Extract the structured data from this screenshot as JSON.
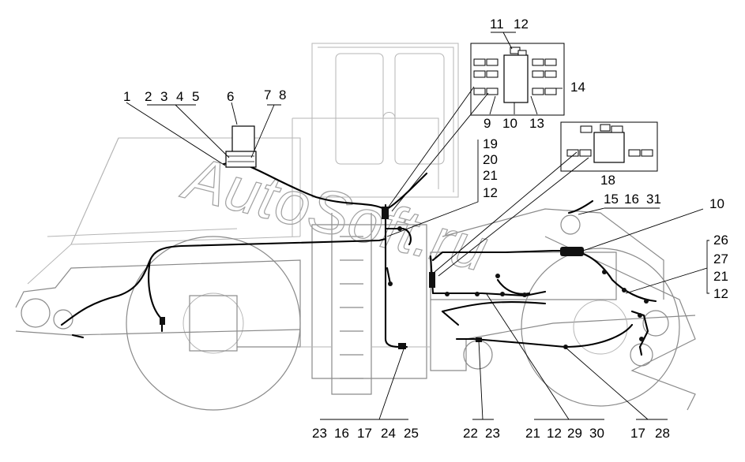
{
  "watermark": "AutoSoft.ru",
  "callouts": {
    "c1": "1",
    "c2": "2",
    "c3": "3",
    "c4": "4",
    "c5": "5",
    "c6": "6",
    "c7": "7",
    "c8": "8",
    "c11": "11",
    "c12a": "12",
    "c14": "14",
    "c9": "9",
    "c10a": "10",
    "c13": "13",
    "c19": "19",
    "c20": "20",
    "c21a": "21",
    "c12b": "12",
    "c18": "18",
    "c15": "15",
    "c16a": "16",
    "c31": "31",
    "c10b": "10",
    "c26": "26",
    "c27": "27",
    "c21b": "21",
    "c12c": "12",
    "b23a": "23",
    "b16": "16",
    "b17a": "17",
    "b24": "24",
    "b25": "25",
    "b22": "22",
    "b23b": "23",
    "b21": "21",
    "b12": "12",
    "b29": "29",
    "b30": "30",
    "b17b": "17",
    "b28": "28"
  }
}
